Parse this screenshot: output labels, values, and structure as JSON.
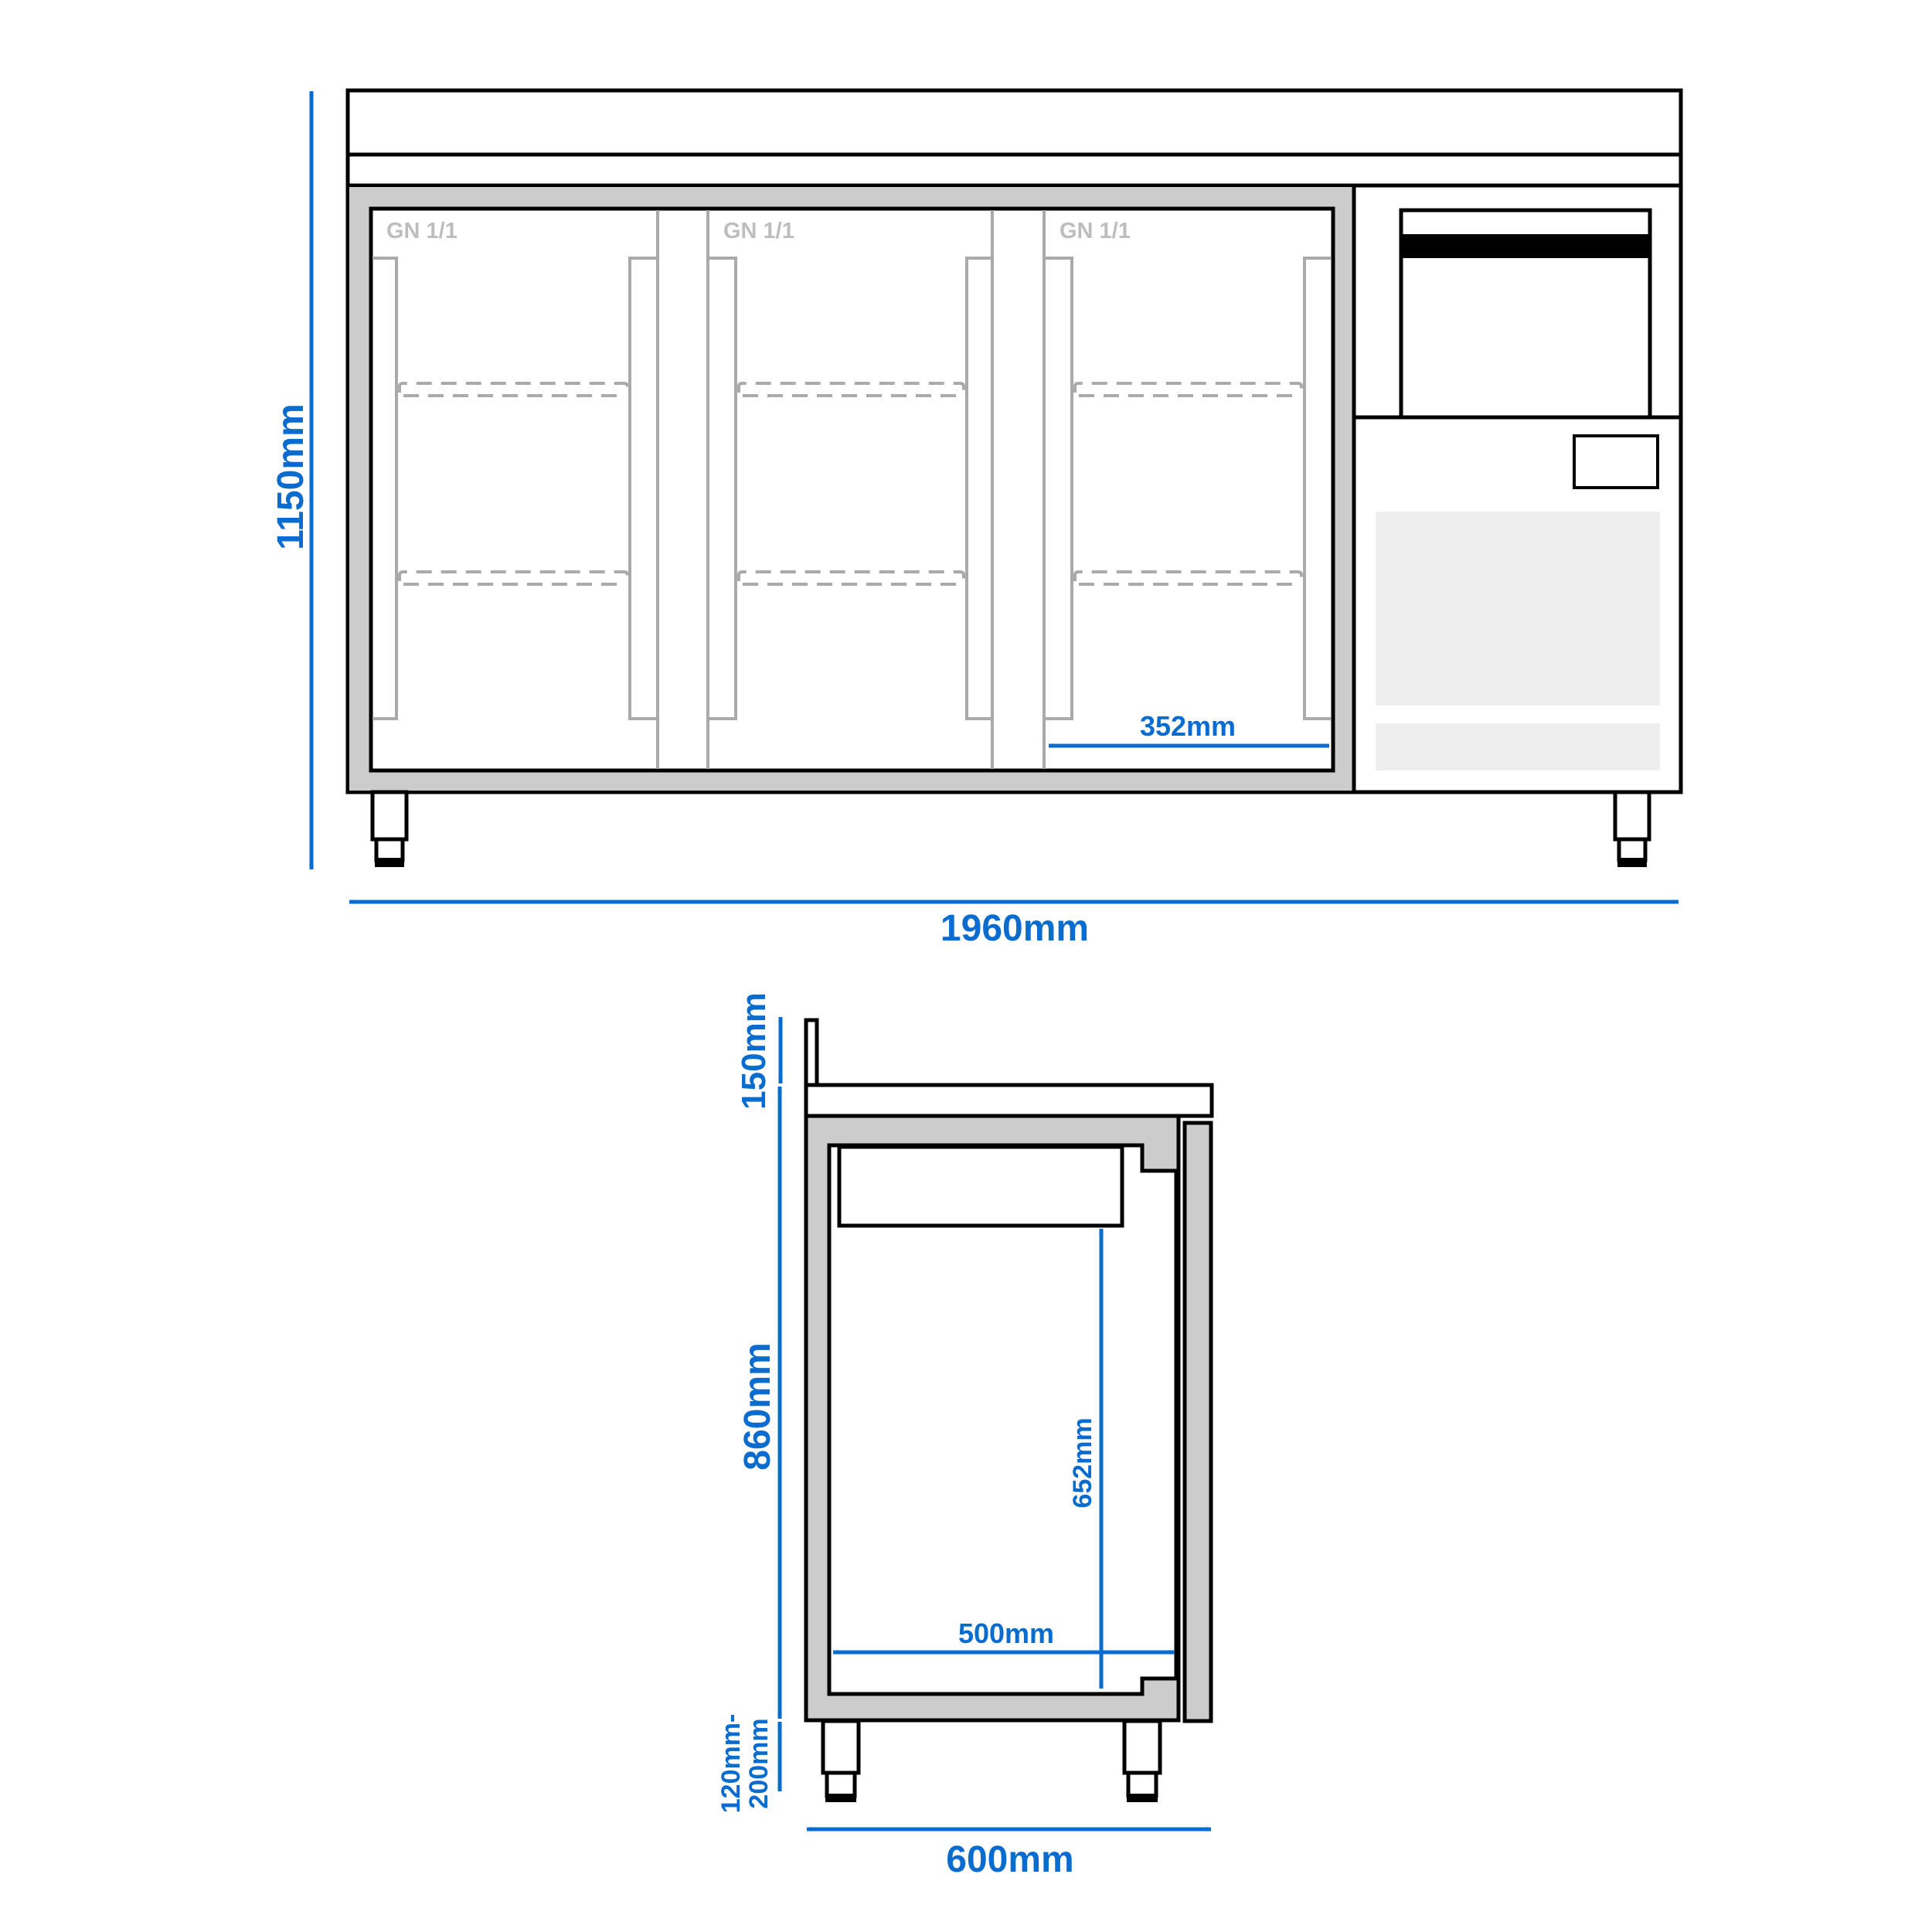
{
  "colors": {
    "dimension_blue": "#0a6ccf",
    "outline": "#000000",
    "frame_grey": "#cccccc",
    "panel_grey": "#eeeeee",
    "interior_line_grey": "#aaaaaa",
    "label_grey": "#bdbdbd"
  },
  "front_view": {
    "compartments": [
      {
        "label": "GN 1/1"
      },
      {
        "label": "GN 1/1"
      },
      {
        "label": "GN 1/1"
      }
    ],
    "dimensions": {
      "total_height": "1150mm",
      "total_width": "1960mm",
      "door_inner_width": "352mm"
    }
  },
  "side_view": {
    "dimensions": {
      "backsplash_height": "150mm",
      "body_height": "860mm",
      "leg_height_line1": "120mm-",
      "leg_height_line2": "200mm",
      "depth": "600mm",
      "interior_depth": "500mm",
      "interior_height": "652mm"
    }
  }
}
